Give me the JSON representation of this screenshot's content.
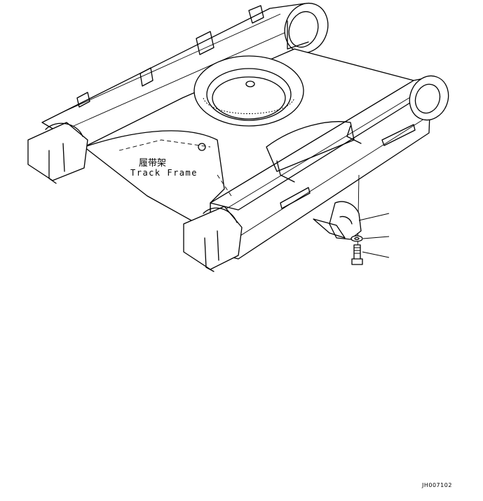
{
  "diagram": {
    "part_label_chinese": "履带架",
    "part_label_english": "Track Frame",
    "document_id": "JH007102"
  }
}
